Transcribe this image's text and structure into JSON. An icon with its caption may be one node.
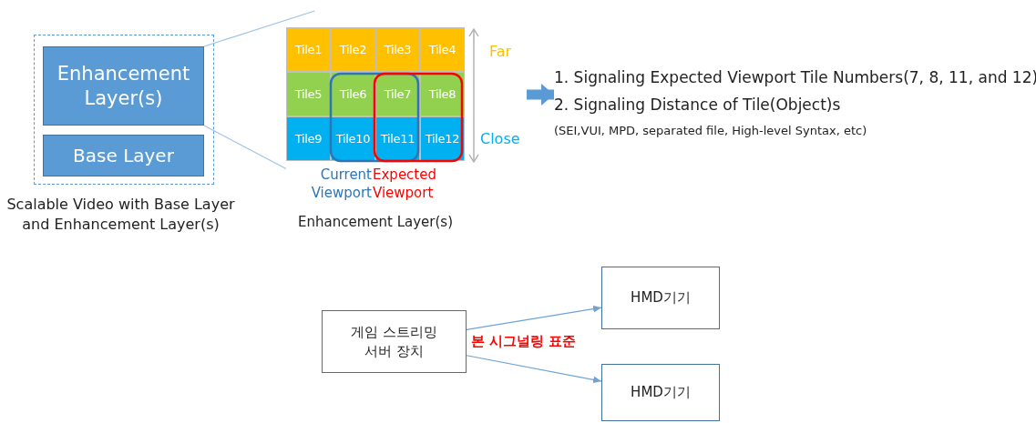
{
  "diagram": {
    "nodes": [
      {
        "text": [
          "Scalable Video with Base Layer and Enhancement Layer(s)"
        ]
      },
      {
        "text": [
          "Enhancement Layer(s)"
        ],
        "in": 0
      },
      {
        "text": [
          "Base Layer"
        ],
        "in": 0
      },
      {
        "text": [
          "Enhancement Layer(s)"
        ]
      },
      {
        "text": [
          "Tile1"
        ],
        "in": 3
      },
      {
        "text": [
          "Tile2"
        ],
        "in": 3
      },
      {
        "text": [
          "Tile3"
        ],
        "in": 3
      },
      {
        "text": [
          "Tile4"
        ],
        "in": 3
      },
      {
        "text": [
          "Tile5"
        ],
        "in": 3
      },
      {
        "text": [
          "Tile6"
        ],
        "in": 3
      },
      {
        "text": [
          "Tile7"
        ],
        "in": 3
      },
      {
        "text": [
          "Tile8"
        ],
        "in": 3
      },
      {
        "text": [
          "Tile9"
        ],
        "in": 3
      },
      {
        "text": [
          "Tile10"
        ],
        "in": 3
      },
      {
        "text": [
          "Tile11"
        ],
        "in": 3
      },
      {
        "text": [
          "Tile12"
        ],
        "in": 3
      },
      {
        "text": [
          "1. Signaling Expected Viewport Tile Numbers(7, 8, 11, and 12)",
          "2. Signaling Distance of Tile(Object)s",
          "(SEI,VUI, MPD, separated file, High-level Syntax, etc)"
        ]
      },
      {
        "text": [
          "게임 스트리밍 서버 장치"
        ]
      },
      {
        "text": [
          "HMD기기"
        ]
      },
      {
        "text": [
          "HMD기기"
        ]
      }
    ],
    "edges": [
      {
        "from": null,
        "to": 16,
        "arrow": "to",
        "style": "thick"
      },
      {
        "from": 17,
        "to": 18,
        "arrow": "to"
      },
      {
        "from": 17,
        "to": 19,
        "arrow": "to"
      },
      {
        "from": 1,
        "to": 3,
        "arrow": "none",
        "color": "#9dc3e6"
      },
      {
        "from": 1,
        "to": 3,
        "arrow": "none",
        "color": "#9dc3e6"
      }
    ],
    "labels": [
      "Far",
      "Close",
      "Current Viewport",
      "Expected Viewport",
      "본 시그널링 표준"
    ]
  }
}
